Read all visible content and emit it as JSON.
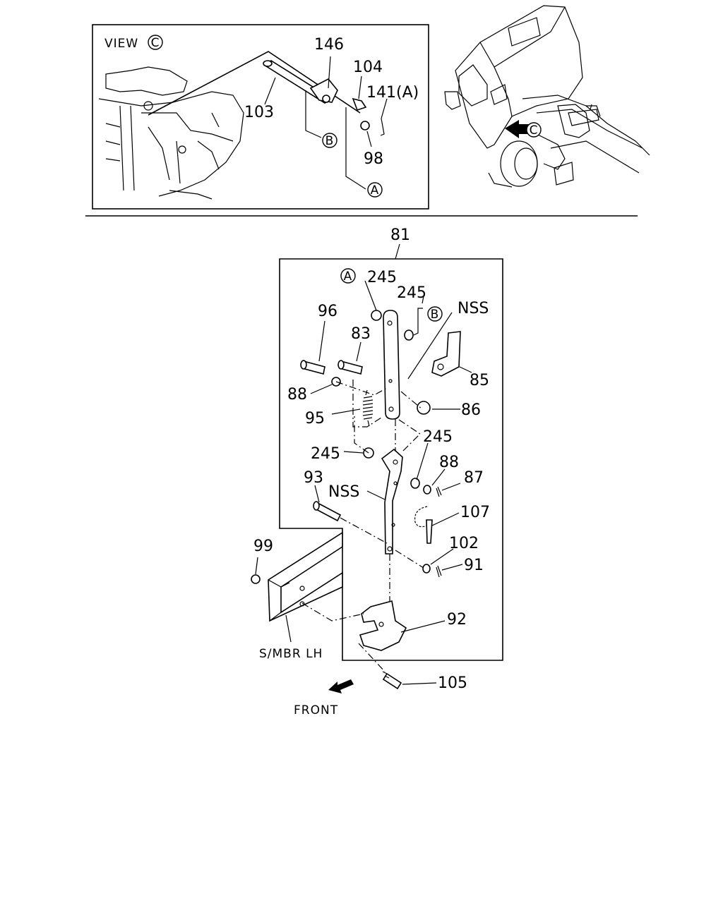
{
  "view_inset": {
    "title": "VIEW",
    "view_letter": "C",
    "labels": [
      "146",
      "104",
      "141(A)",
      "103",
      "B",
      "98",
      "A"
    ]
  },
  "truck_view": {
    "marker_letter": "C"
  },
  "main": {
    "assembly_label": "81",
    "part_labels": {
      "p245a": "245",
      "p245b": "245",
      "p245c": "245",
      "p245d": "245",
      "nss_top": "NSS",
      "nss_bottom": "NSS",
      "p96": "96",
      "p83": "83",
      "p85": "85",
      "p88a": "88",
      "p86": "86",
      "p95": "95",
      "p88b": "88",
      "p87": "87",
      "p93": "93",
      "p107": "107",
      "p102": "102",
      "p99": "99",
      "p91": "91",
      "p92": "92",
      "p105": "105"
    },
    "circle_refs": {
      "a": "A",
      "b": "B"
    },
    "side_member": "S/MBR LH",
    "front": "FRONT"
  }
}
